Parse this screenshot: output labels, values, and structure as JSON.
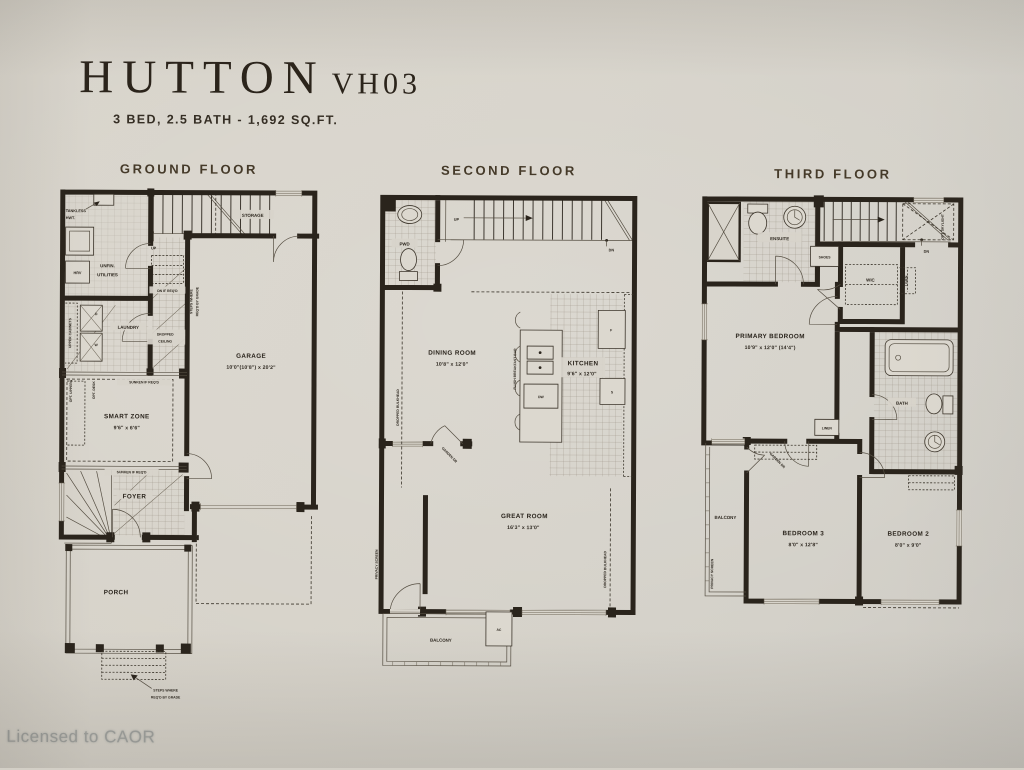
{
  "page": {
    "brand": "HUTTON",
    "model": "VH03",
    "subtitle": "3 BED, 2.5 BATH - 1,692 SQ.FT.",
    "watermark": "Licensed to CAOR"
  },
  "colors": {
    "paper": "#d6d2c9",
    "ink": "#2a241c",
    "title_text": "#2b241b",
    "floor_title": "#453a29",
    "watermark_text": "#9fa19e"
  },
  "floors": {
    "ground": {
      "title": "GROUND FLOOR",
      "labels": {
        "tankless_1": "TANKLESS",
        "tankless_2": "HWT.",
        "hrv": "HRV",
        "unfin_1": "UNFIN.",
        "unfin_2": "UTILITIES",
        "storage": "STORAGE",
        "up": "UP",
        "dn_if_reqd": "DN IF REQ'D",
        "laundry": "LAUNDRY",
        "washer": "W",
        "dryer": "D",
        "upper_cabinets": "UPPER CABINETS",
        "dropped_ceiling_1": "DROPPED",
        "dropped_ceiling_2": "CEILING",
        "steps_garage_1": "STEPS WHERE",
        "steps_garage_2": "REQ'D BY GRADE",
        "garage": "GARAGE",
        "garage_dims": "10'0\"(10'8\") x 20'2\"",
        "smart_zone": "SMART ZONE",
        "smart_zone_dims": "9'6\" x 6'6\"",
        "sunken_upper": "SUNKEN IF REQ'D",
        "sunken_lower": "SUNKEN IF REQ'D",
        "opt_uppers": "OPT. UPPERS",
        "opt_desk": "OPT. DESK",
        "foyer": "FOYER",
        "porch": "PORCH",
        "steps_grade_1": "STEPS WHERE",
        "steps_grade_2": "REQ'D BY GRADE"
      }
    },
    "second": {
      "title": "SECOND FLOOR",
      "labels": {
        "pwd": "PWD",
        "up": "UP",
        "dn": "DN",
        "dining": "DINING ROOM",
        "dining_dims": "10'8\" x 12'0\"",
        "kitchen": "KITCHEN",
        "kitchen_dims": "9'6\" x 12'0\"",
        "flush_bar": "FLUSH BREAKFAST BAR",
        "dw": "DW",
        "fridge": "F",
        "stove": "S",
        "dropped_bulkhead_left": "DROPPED BULKHEAD",
        "dropped_bulkhead_right": "DROPPED BULKHEAD",
        "great_room": "GREAT ROOM",
        "great_room_dims": "16'3\" x 13'0\"",
        "garden_dr": "GARDEN DR",
        "balcony": "BALCONY",
        "ac": "AC",
        "privacy_screen": "PRIVACY SCREEN"
      }
    },
    "third": {
      "title": "THIRD FLOOR",
      "labels": {
        "ensuite": "ENSUITE",
        "shoes": "SHOES",
        "wic": "WIC",
        "dn": "DN",
        "opt_skylight": "OPT. SKYLIGHT",
        "linen_upper": "LINEN",
        "primary": "PRIMARY BEDROOM",
        "primary_dims": "10'9\" x 12'0\" (14'4\")",
        "linen_mid": "LINEN",
        "bath": "BATH",
        "garden_dr": "GARDEN DR",
        "bedroom3": "BEDROOM 3",
        "bedroom3_dims": "8'0\" x 12'8\"",
        "bedroom2": "BEDROOM 2",
        "bedroom2_dims": "8'0\" x 9'0\"",
        "balcony": "BALCONY",
        "privacy_screen": "PRIVACY SCREEN"
      }
    }
  }
}
